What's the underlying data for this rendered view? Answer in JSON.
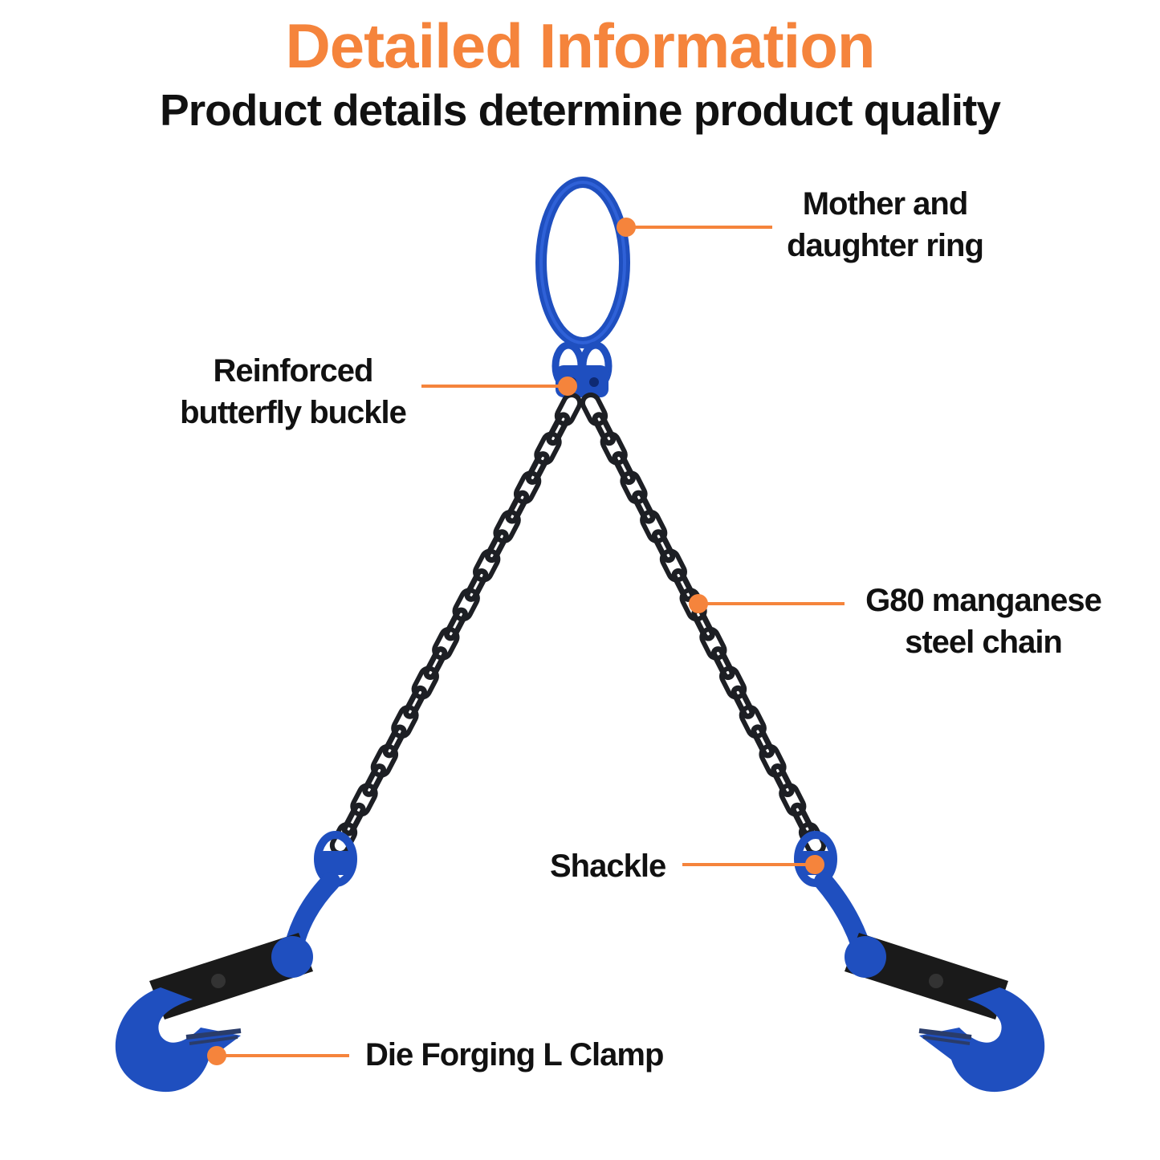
{
  "header": {
    "title": "Detailed Information",
    "subtitle": "Product details determine product quality"
  },
  "callouts": {
    "ring": {
      "line1": "Mother and",
      "line2": "daughter ring"
    },
    "buckle": {
      "line1": "Reinforced",
      "line2": "butterfly buckle"
    },
    "chain": {
      "line1": "G80 manganese",
      "line2": "steel chain"
    },
    "shackle": {
      "label": "Shackle"
    },
    "clamp": {
      "label": "Die Forging L Clamp"
    }
  },
  "colors": {
    "accent": "#f5843c",
    "product_blue": "#1f4fbf",
    "chain_dark": "#1d1f24"
  }
}
